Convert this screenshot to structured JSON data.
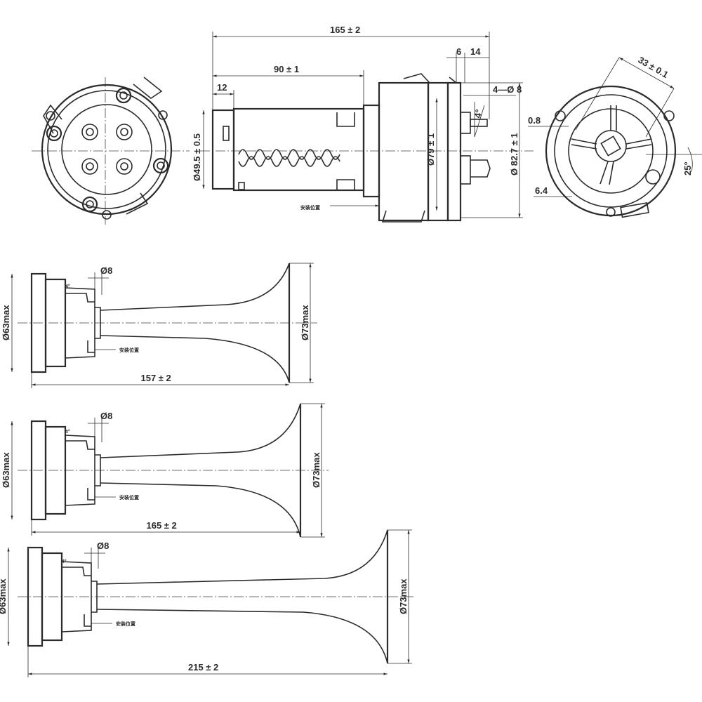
{
  "dimensions": {
    "overall_length": "165 ± 2",
    "body_length": "90 ± 1",
    "flange_12": "12",
    "flange_6": "6",
    "flange_14": "14",
    "holes": "4—Ø 8",
    "angle_top": "4°",
    "dia_body": "Ø49.5 ± 0.5",
    "dia_79": "Ø79 ± 1",
    "dia_827": "Ø 82.7 ± 1",
    "mount_label": "安装位置",
    "side_33": "33 ± 0.1",
    "side_08": "0.8",
    "side_64": "6.4",
    "side_25": "25°"
  },
  "horns": [
    {
      "dia_left": "Ø63max",
      "dia_right": "Ø73max",
      "port": "Ø8",
      "angle": "4°",
      "mount_label": "安装位置",
      "length": "157 ± 2"
    },
    {
      "dia_left": "Ø63max",
      "dia_right": "Ø73max",
      "port": "Ø8",
      "angle": "4°",
      "mount_label": "安装位置",
      "length": "165 ± 2"
    },
    {
      "dia_left": "Ø63max",
      "dia_right": "Ø73max",
      "port": "Ø8",
      "angle": "4°",
      "mount_label": "安装位置",
      "length": "215 ± 2"
    }
  ]
}
